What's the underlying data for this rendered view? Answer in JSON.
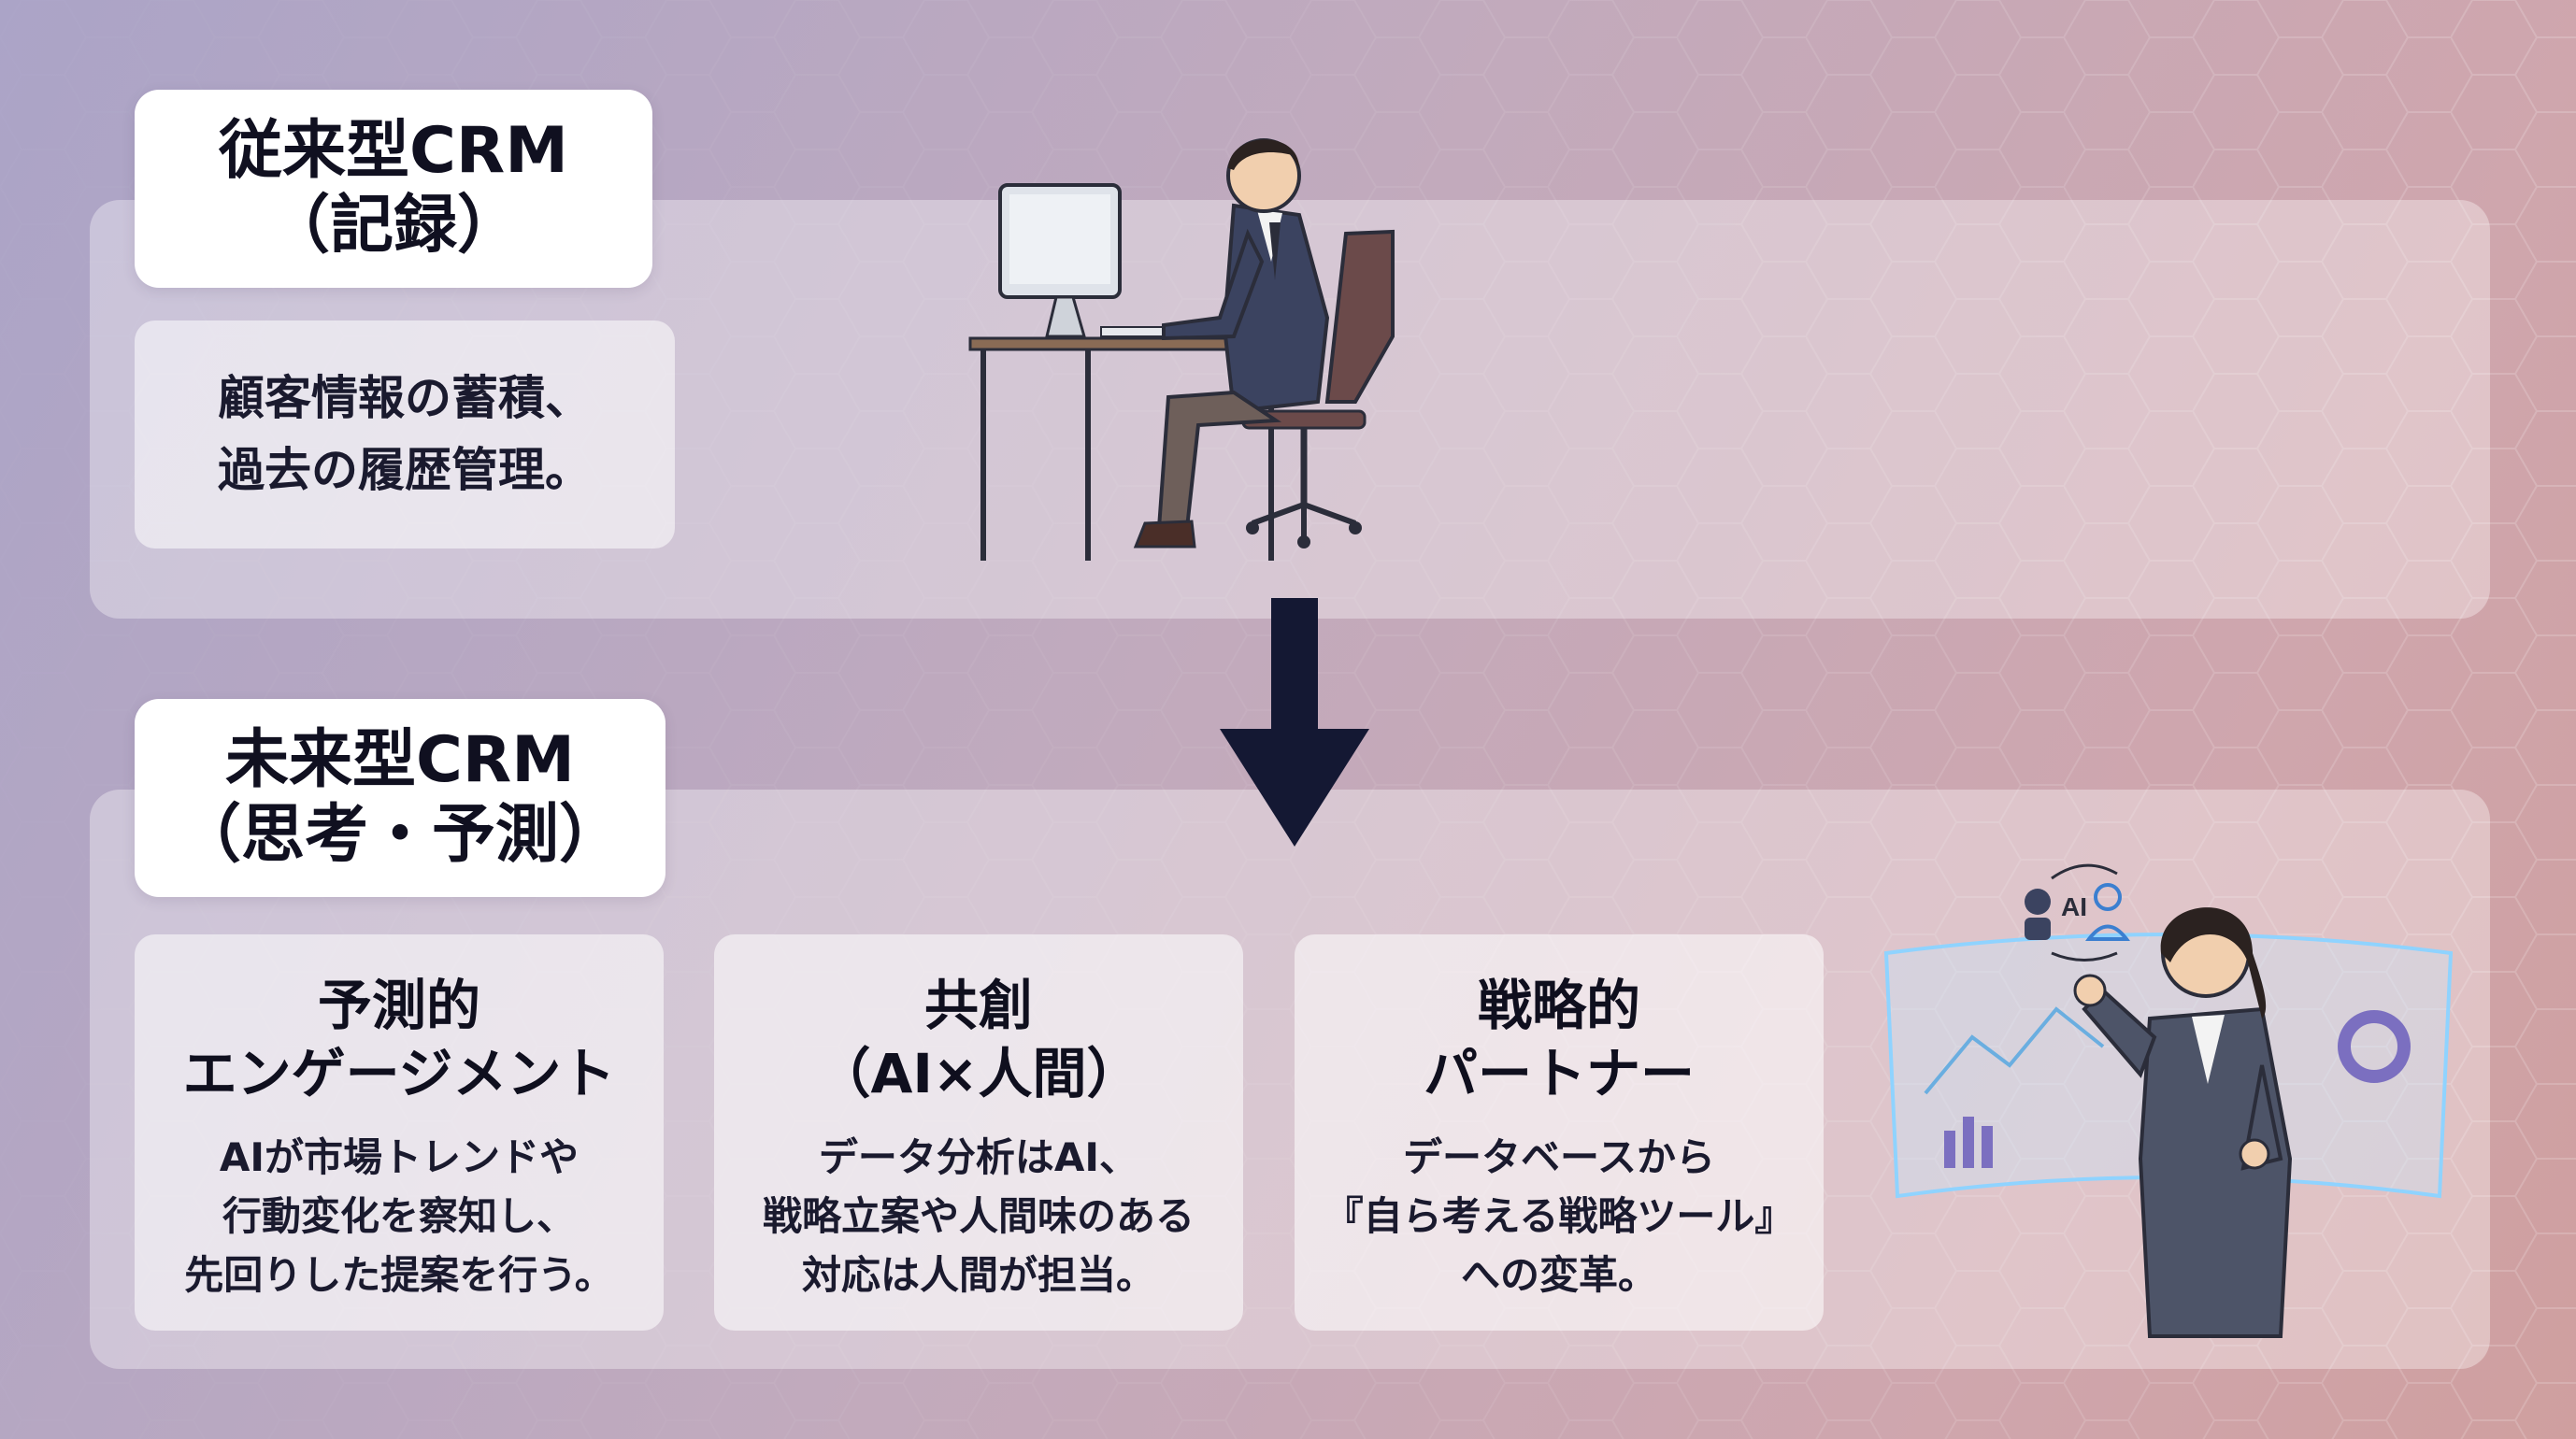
{
  "traditional": {
    "title_lines": [
      "従来型CRM",
      "（記録）"
    ],
    "description_lines": [
      "顧客情報の蓄積、",
      "過去の履歴管理。"
    ]
  },
  "future": {
    "title_lines": [
      "未来型CRM",
      "（思考・予測）"
    ],
    "cards": [
      {
        "title_lines": [
          "予測的",
          "エンゲージメント"
        ],
        "body_lines": [
          "AIが市場トレンドや",
          "行動変化を察知し、",
          "先回りした提案を行う。"
        ]
      },
      {
        "title_lines": [
          "共創",
          "（AI×人間）"
        ],
        "body_lines": [
          "データ分析はAI、",
          "戦略立案や人間味のある",
          "対応は人間が担当。"
        ]
      },
      {
        "title_lines": [
          "戦略的",
          "パートナー"
        ],
        "body_lines": [
          "データベースから",
          "『自ら考える戦略ツール』",
          "への変革。"
        ]
      }
    ]
  },
  "illustration_label": "AI",
  "colors": {
    "arrow": "#141833",
    "title_box_bg": "#ffffff",
    "text_dark": "#101020",
    "hologram": "#8fd3ff"
  },
  "icons": {
    "arrow": "down-arrow-icon",
    "man": "office-worker-at-desk-icon",
    "woman": "businesswoman-hologram-icon"
  }
}
